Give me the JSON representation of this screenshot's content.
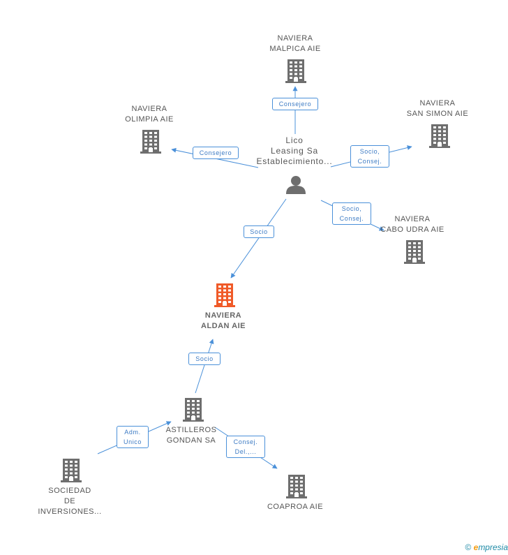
{
  "nodes": {
    "malpica": {
      "line1": "NAVIERA",
      "line2": "MALPICA AIE"
    },
    "san_simon": {
      "line1": "NAVIERA",
      "line2": "SAN SIMON AIE"
    },
    "olimpia": {
      "line1": "NAVIERA",
      "line2": "OLIMPIA AIE"
    },
    "person": {
      "line1": "Lico",
      "line2": "Leasing Sa",
      "line3": "Establecimiento..."
    },
    "cabo_udra": {
      "line1": "NAVIERA",
      "line2": "CABO UDRA AIE"
    },
    "main": {
      "line1": "NAVIERA",
      "line2": "ALDAN AIE"
    },
    "astilleros": {
      "line1": "ASTILLEROS",
      "line2": "GONDAN SA"
    },
    "sociedad": {
      "line1": "SOCIEDAD",
      "line2": "DE",
      "line3": "INVERSIONES..."
    },
    "coaproa": {
      "line1": "COAPROA AIE"
    }
  },
  "edges": {
    "consejero_malpica": {
      "line1": "Consejero"
    },
    "consejero_olimpia": {
      "line1": "Consejero"
    },
    "socio_san_simon": {
      "line1": "Socio,",
      "line2": "Consej."
    },
    "socio_cabo_udra": {
      "line1": "Socio,",
      "line2": "Consej."
    },
    "socio_main": {
      "line1": "Socio"
    },
    "socio_astilleros": {
      "line1": "Socio"
    },
    "adm_unico": {
      "line1": "Adm.",
      "line2": "Unico"
    },
    "consej_del": {
      "line1": "Consej.",
      "line2": "Del.,..."
    }
  },
  "colors": {
    "building": "#6e6e6e",
    "building_main": "#f05a28",
    "edge": "#4a90d9"
  },
  "icons": {
    "company": "building-icon",
    "person": "person-icon"
  },
  "footer": {
    "copyright": "©",
    "brand_e": "e",
    "brand_rest": "mpresia"
  }
}
